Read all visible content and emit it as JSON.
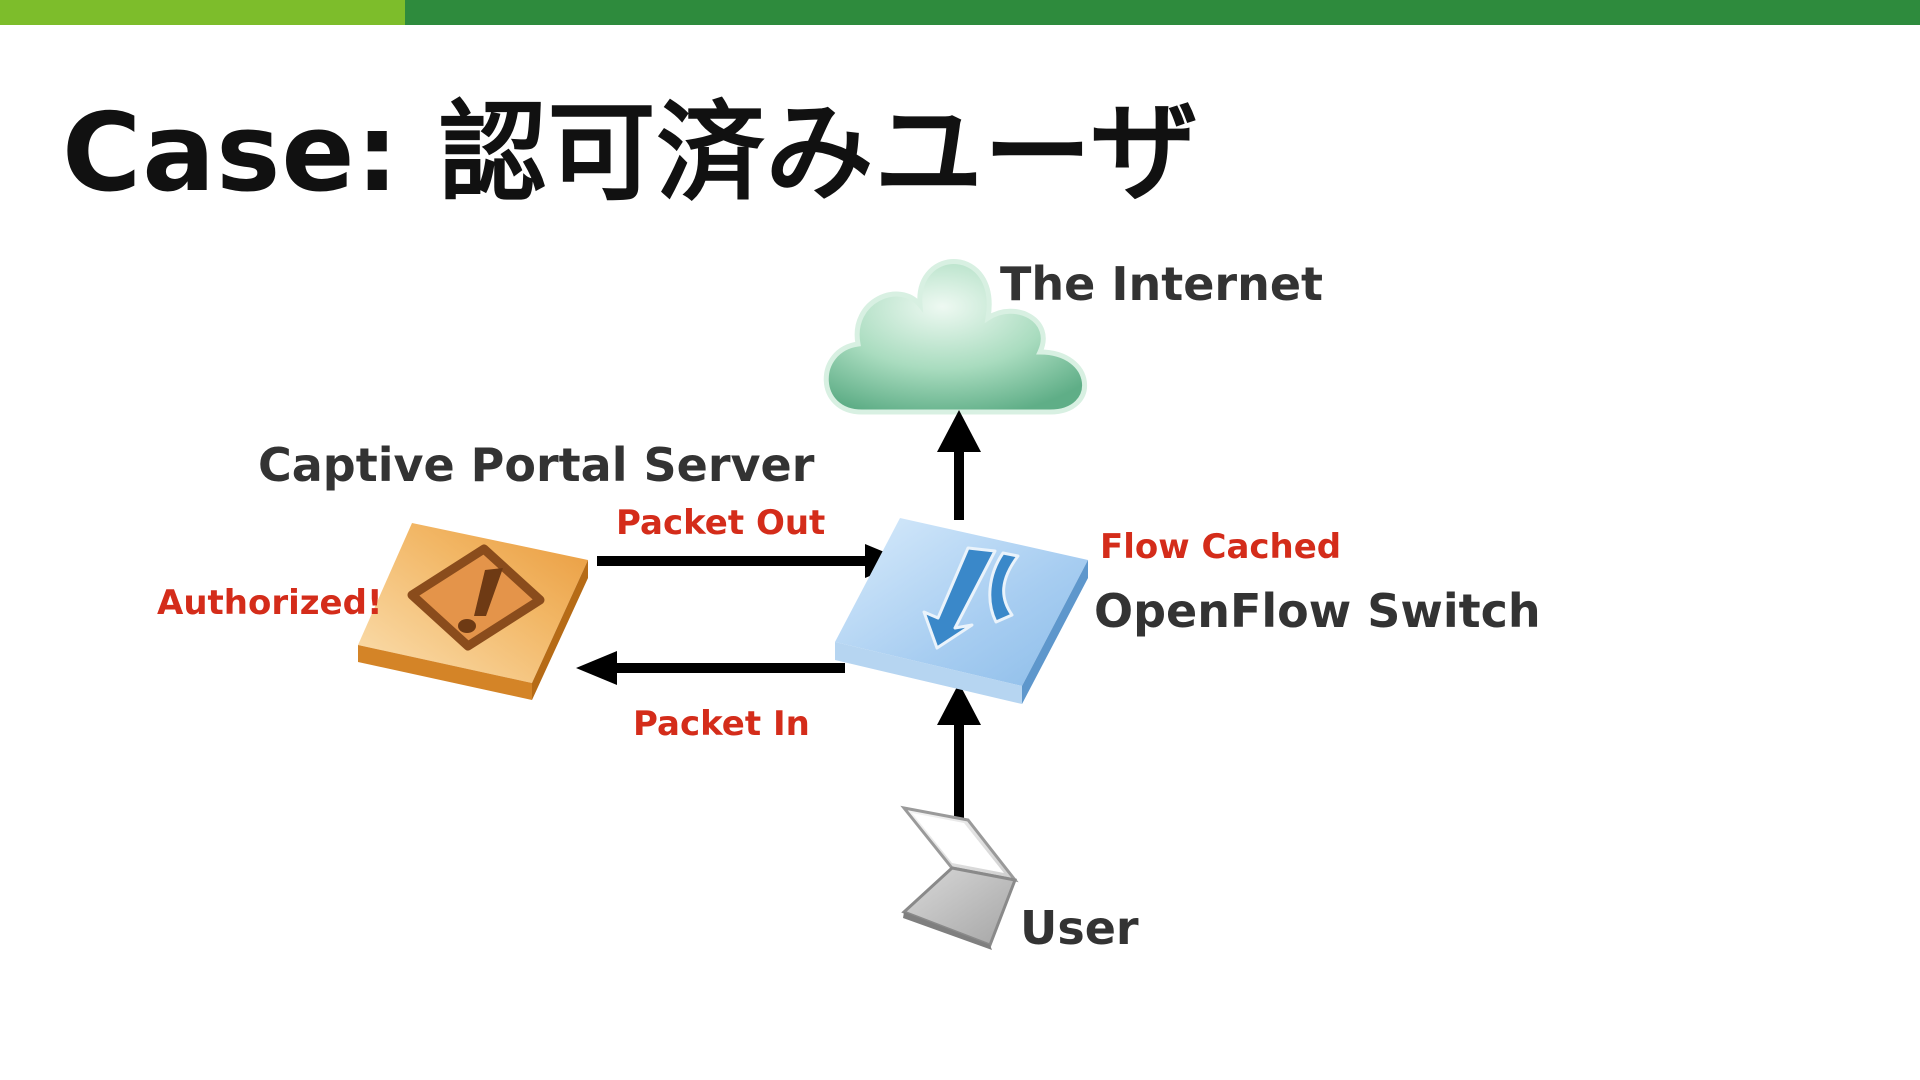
{
  "slide": {
    "title": "Case: 認可済みユーザ"
  },
  "theme": {
    "bar_light": "#7dbd2b",
    "bar_dark": "#2e8b3d",
    "label_red": "#d42c1a",
    "label_dark": "#333333"
  },
  "nodes": {
    "internet": {
      "label": "The Internet",
      "icon": "cloud-icon"
    },
    "portal": {
      "label": "Captive Portal Server",
      "icon": "warning-box-icon"
    },
    "switch": {
      "label": "OpenFlow Switch",
      "icon": "switch-icon"
    },
    "user": {
      "label": "User",
      "icon": "laptop-icon"
    }
  },
  "edges": {
    "packet_out": {
      "label": "Packet Out"
    },
    "packet_in": {
      "label": "Packet In"
    }
  },
  "annotations": {
    "authorized": "Authorized!",
    "flow_cached": "Flow Cached"
  }
}
